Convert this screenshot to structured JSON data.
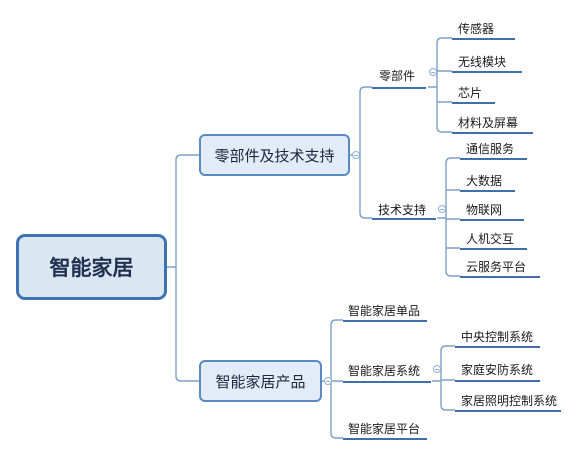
{
  "root": {
    "label": "智能家居"
  },
  "branches": [
    {
      "label": "零部件及技术支持",
      "children": [
        {
          "label": "零部件",
          "children": [
            "传感器",
            "无线模块",
            "芯片",
            "材料及屏幕"
          ]
        },
        {
          "label": "技术支持",
          "children": [
            "通信服务",
            "大数据",
            "物联网",
            "人机交互",
            "云服务平台"
          ]
        }
      ]
    },
    {
      "label": "智能家居产品",
      "children": [
        {
          "label": "智能家居单品",
          "children": []
        },
        {
          "label": "智能家居系统",
          "children": [
            "中央控制系统",
            "家庭安防系统",
            "家居照明控制系统"
          ]
        },
        {
          "label": "智能家居平台",
          "children": []
        }
      ]
    }
  ],
  "colors": {
    "line": "#7fa1c9",
    "underline": "#3f6fae",
    "node_fill": "#dbe6f3",
    "node_border": "#3d73b3"
  }
}
